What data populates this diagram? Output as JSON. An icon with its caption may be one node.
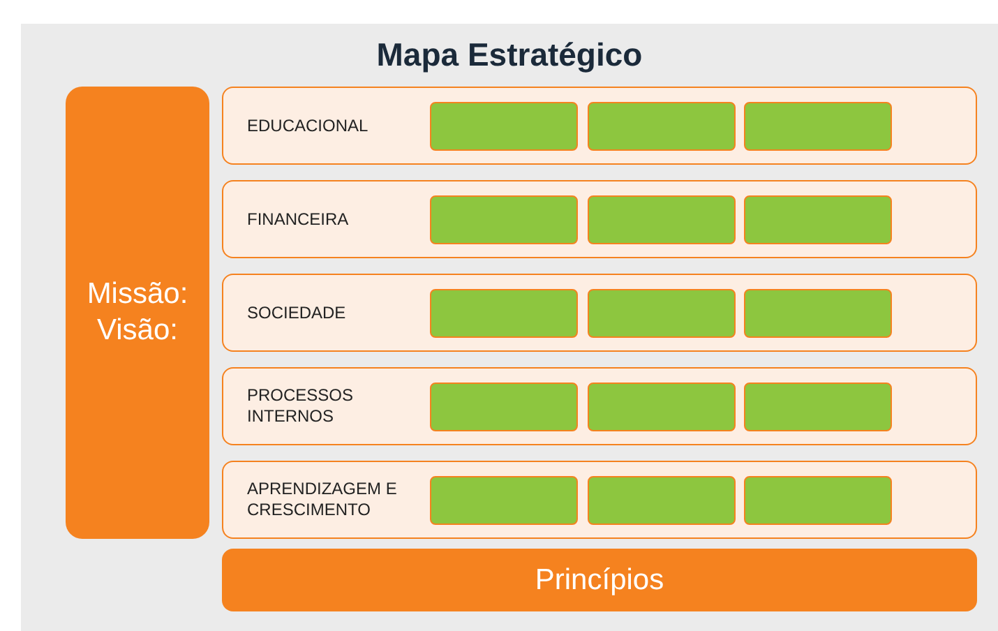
{
  "diagram": {
    "title": "Mapa Estratégico",
    "nodes": [
      {
        "text": [
          "Missão:",
          "Visão:"
        ]
      },
      {
        "text": [
          "EDUCACIONAL"
        ]
      },
      {
        "text": [],
        "shape": "box",
        "in": 1
      },
      {
        "text": [],
        "shape": "box",
        "in": 1
      },
      {
        "text": [],
        "shape": "box",
        "in": 1
      },
      {
        "text": [
          "FINANCEIRA"
        ]
      },
      {
        "text": [],
        "shape": "box",
        "in": 5
      },
      {
        "text": [],
        "shape": "box",
        "in": 5
      },
      {
        "text": [],
        "shape": "box",
        "in": 5
      },
      {
        "text": [
          "SOCIEDADE"
        ]
      },
      {
        "text": [],
        "shape": "box",
        "in": 9
      },
      {
        "text": [],
        "shape": "box",
        "in": 9
      },
      {
        "text": [],
        "shape": "box",
        "in": 9
      },
      {
        "text": [
          "PROCESSOS INTERNOS"
        ]
      },
      {
        "text": [],
        "shape": "box",
        "in": 13
      },
      {
        "text": [],
        "shape": "box",
        "in": 13
      },
      {
        "text": [],
        "shape": "box",
        "in": 13
      },
      {
        "text": [
          "APRENDIZAGEM E CRESCIMENTO"
        ]
      },
      {
        "text": [],
        "shape": "box",
        "in": 17
      },
      {
        "text": [],
        "shape": "box",
        "in": 17
      },
      {
        "text": [],
        "shape": "box",
        "in": 17
      },
      {
        "text": [
          "Princípios"
        ]
      }
    ],
    "edges": []
  }
}
